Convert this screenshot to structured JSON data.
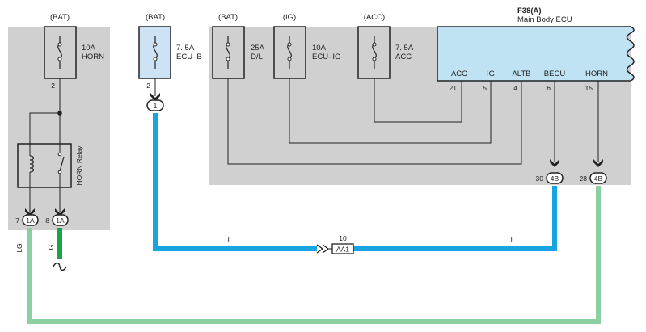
{
  "colors": {
    "panel_gray": "#d0d0d0",
    "fuse_fill": "#cde3f5",
    "ecu_fill": "#bfe3f3",
    "wire_blue": "#18a4e0",
    "wire_green_dark": "#1ea04c",
    "wire_green_light": "#8ccfa0",
    "line": "#222222"
  },
  "fuses": [
    {
      "source": "(BAT)",
      "rating": "10A",
      "name": "HORN",
      "pin": "2"
    },
    {
      "source": "(BAT)",
      "rating": "7. 5A",
      "name": "ECU–B",
      "pin": "2"
    },
    {
      "source": "(BAT)",
      "rating": "25A",
      "name": "D/L",
      "pin": ""
    },
    {
      "source": "(IG)",
      "rating": "10A",
      "name": "ECU–IG",
      "pin": ""
    },
    {
      "source": "(ACC)",
      "rating": "7. 5A",
      "name": "ACC",
      "pin": ""
    }
  ],
  "relay": {
    "name": "HORN Relay"
  },
  "ecu": {
    "code": "F38(A)",
    "name": "Main Body ECU",
    "terminals": [
      {
        "label": "ACC",
        "pin": "21"
      },
      {
        "label": "IG",
        "pin": "5"
      },
      {
        "label": "ALTB",
        "pin": "4"
      },
      {
        "label": "BECU",
        "pin": "6"
      },
      {
        "label": "HORN",
        "pin": "15"
      }
    ]
  },
  "connectors": [
    {
      "code": "1A",
      "pin": "7"
    },
    {
      "code": "1A",
      "pin": "8"
    },
    {
      "code": "1",
      "pin": ""
    },
    {
      "code": "4B",
      "pin": "30"
    },
    {
      "code": "4B",
      "pin": "28"
    }
  ],
  "junction": {
    "code": "AA1",
    "pin": "10"
  },
  "wire_colors": {
    "lg": "LG",
    "g": "G",
    "l_left": "L",
    "l_right": "L"
  }
}
